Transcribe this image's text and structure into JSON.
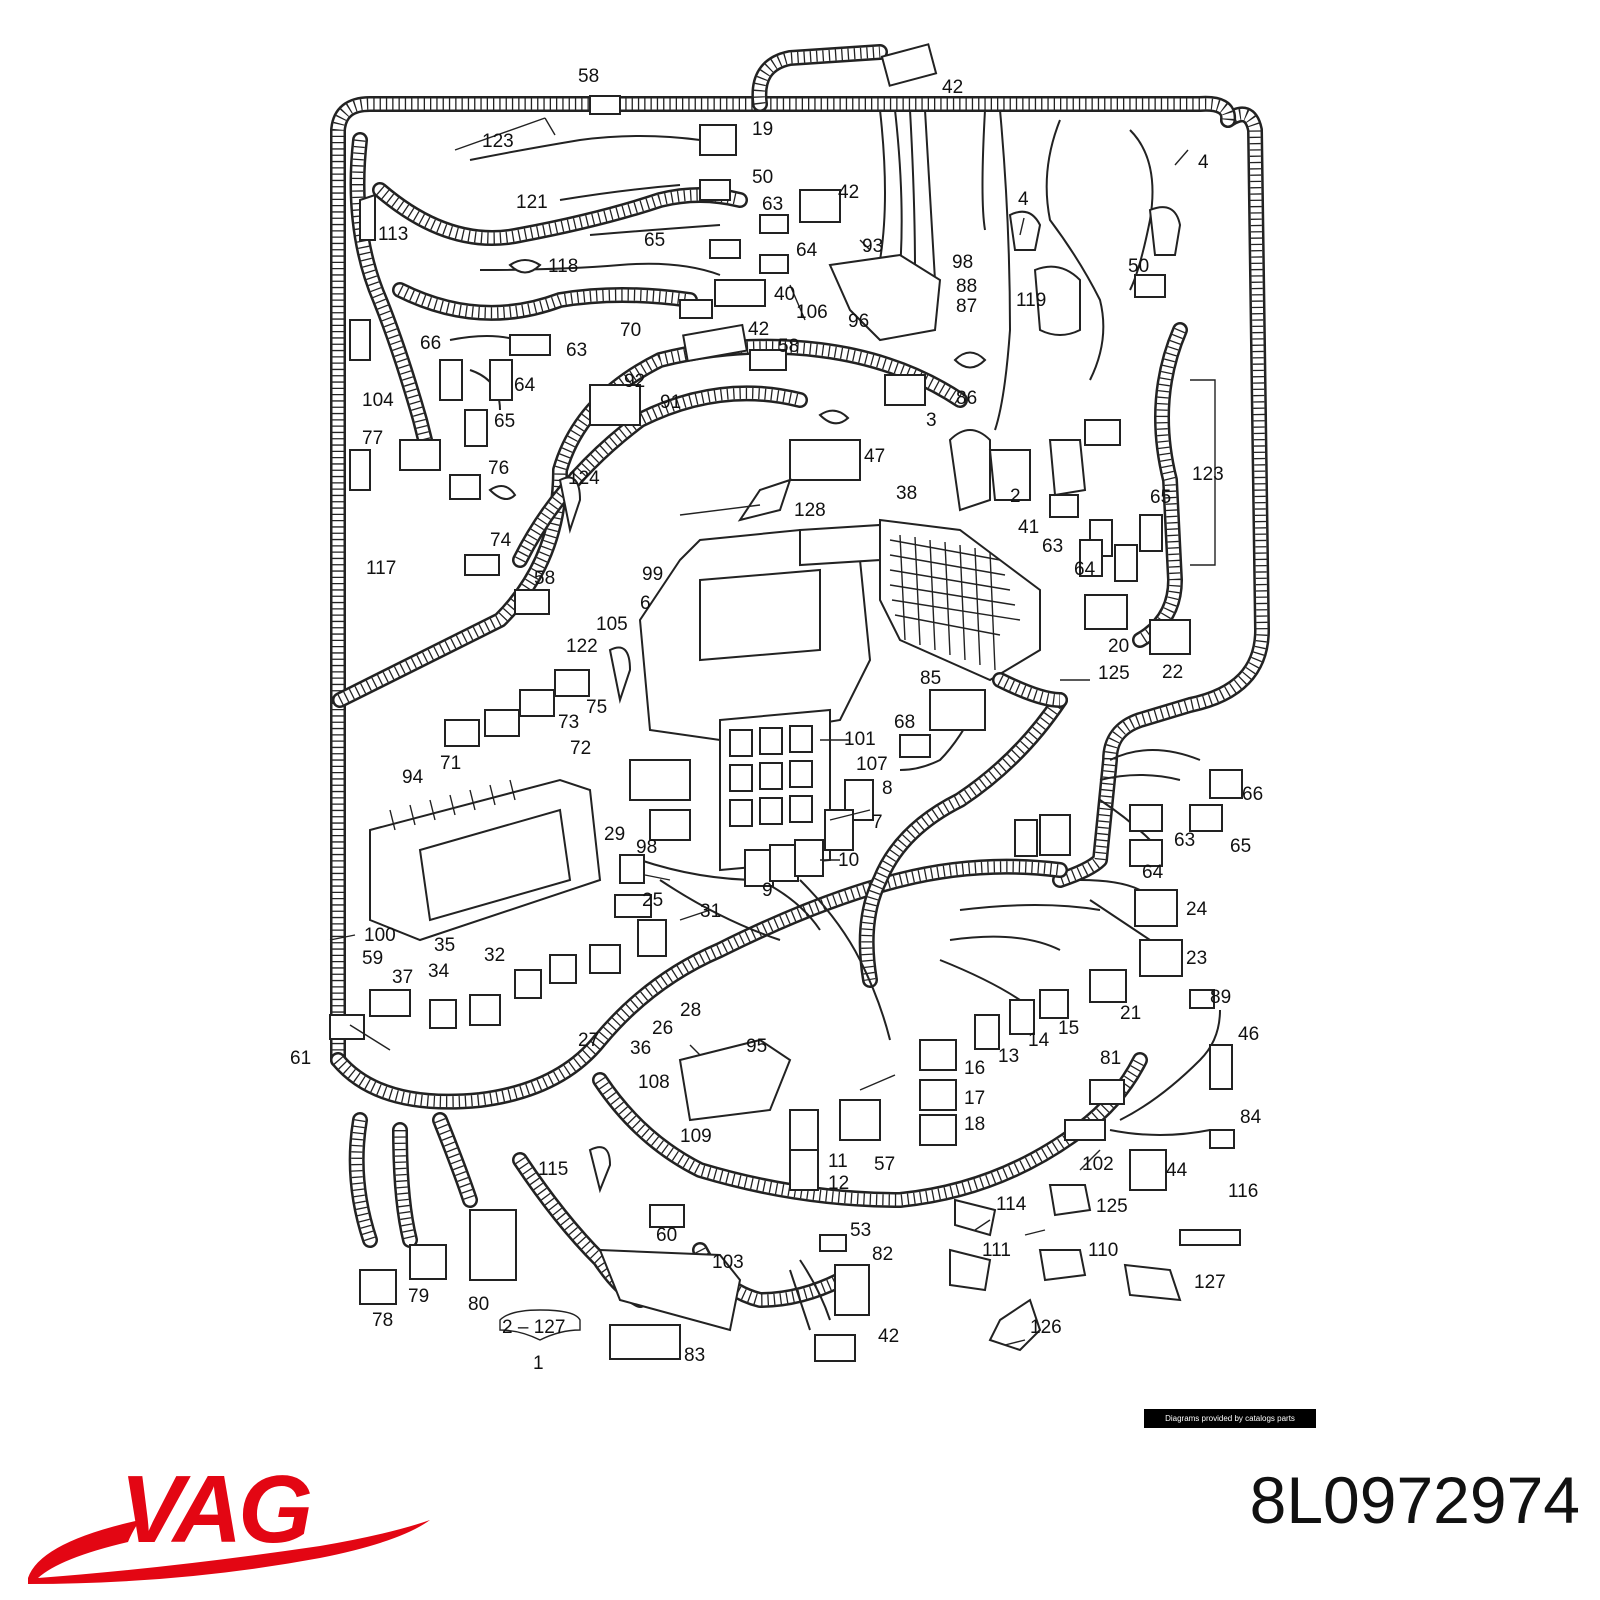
{
  "diagram": {
    "callouts": [
      "58",
      "42",
      "19",
      "123",
      "50",
      "63",
      "121",
      "42",
      "113",
      "64",
      "65",
      "118",
      "4",
      "4",
      "93",
      "98",
      "88",
      "106",
      "87",
      "40",
      "119",
      "50",
      "70",
      "42",
      "96",
      "63",
      "58",
      "66",
      "64",
      "86",
      "3",
      "104",
      "65",
      "92",
      "91",
      "77",
      "47",
      "76",
      "124",
      "128",
      "2",
      "123",
      "41",
      "65",
      "38",
      "63",
      "64",
      "117",
      "74",
      "58",
      "99",
      "6",
      "105",
      "20",
      "122",
      "22",
      "125",
      "85",
      "75",
      "73",
      "68",
      "72",
      "101",
      "71",
      "107",
      "94",
      "8",
      "66",
      "7",
      "63",
      "65",
      "98",
      "29",
      "10",
      "64",
      "9",
      "25",
      "31",
      "24",
      "100",
      "35",
      "32",
      "59",
      "23",
      "37",
      "34",
      "21",
      "89",
      "61",
      "28",
      "26",
      "27",
      "36",
      "15",
      "14",
      "13",
      "46",
      "95",
      "81",
      "108",
      "16",
      "17",
      "109",
      "18",
      "84",
      "11",
      "57",
      "44",
      "102",
      "115",
      "12",
      "114",
      "125",
      "116",
      "60",
      "53",
      "111",
      "110",
      "82",
      "103",
      "127",
      "80",
      "79",
      "78",
      "2 – 127",
      "83",
      "42",
      "126",
      "1"
    ],
    "footnote": "Diagrams provided by catalogs parts"
  },
  "brand": {
    "name": "VAG",
    "color": "#e30613"
  },
  "part_number": "8L0972974"
}
